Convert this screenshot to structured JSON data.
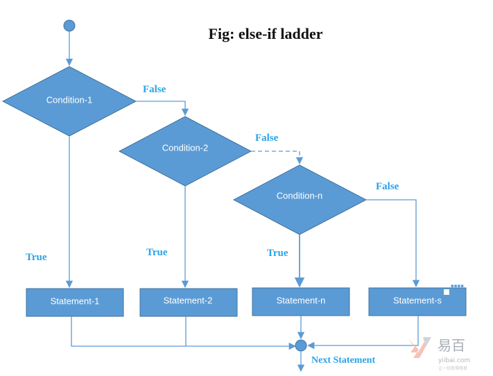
{
  "title": "Fig: else-if ladder",
  "conditions": [
    {
      "label": "Condition-1",
      "false_label": "False",
      "true_label": "True"
    },
    {
      "label": "Condition-2",
      "false_label": "False",
      "true_label": "True"
    },
    {
      "label": "Condition-n",
      "false_label": "False",
      "true_label": "True"
    }
  ],
  "statements": [
    {
      "label": "Statement-1"
    },
    {
      "label": "Statement-2"
    },
    {
      "label": "Statement-n"
    },
    {
      "label": "Statement-s"
    }
  ],
  "next_statement": "Next Statement",
  "watermark": {
    "brand": "易百",
    "domain": "yiibai.com",
    "tagline": "让一切变得简单"
  },
  "colors": {
    "shape_fill": "#5b9bd5",
    "shape_stroke": "#41719c",
    "line": "#5b9bd5",
    "label": "#29a3e6"
  }
}
